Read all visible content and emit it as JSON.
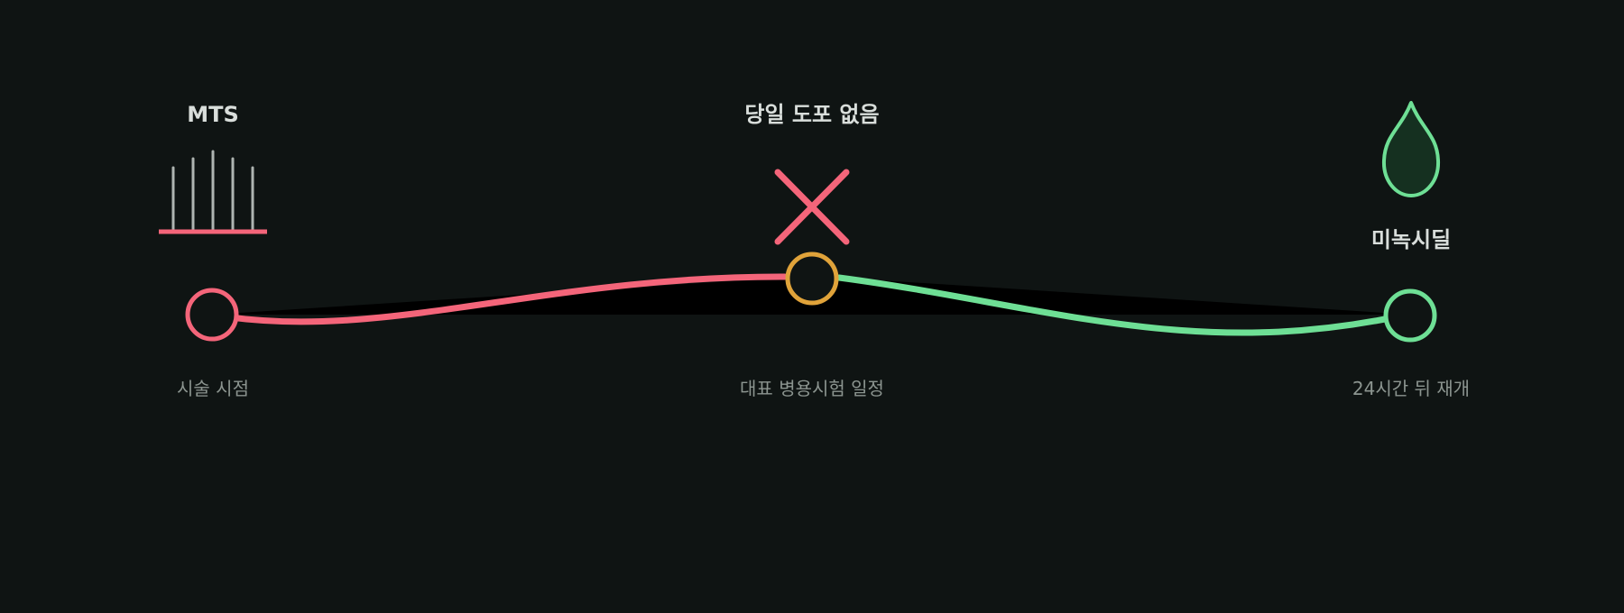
{
  "colors": {
    "background": "#0f1413",
    "title_text": "#d9dedb",
    "sub_text": "#8c9590",
    "red": "#f4657a",
    "amber": "#e0a33a",
    "green": "#6edf95",
    "needle_gray": "#aeb4b1",
    "drop_fill": "#153020",
    "wave_shadow": "#000000"
  },
  "steps": [
    {
      "title": "MTS",
      "label": "시술 시점",
      "icon": "mts-needles-icon",
      "node_color": "red"
    },
    {
      "title": "당일 도포 없음",
      "label": "대표 병용시험 일정",
      "icon": "close-x-icon",
      "node_color": "amber"
    },
    {
      "title": "미녹시딜",
      "label": "24시간 뒤 재개",
      "icon": "droplet-icon",
      "node_color": "green"
    }
  ]
}
